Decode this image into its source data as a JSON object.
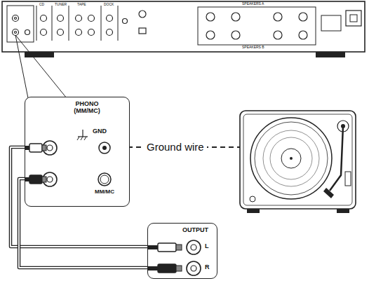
{
  "diagram": {
    "nodes": [
      {
        "text": [
          "PHONO (MM/MC)",
          "GND",
          "MM/MC"
        ]
      },
      {
        "text": [
          "OUTPUT",
          "L",
          "R"
        ]
      }
    ],
    "edges": [
      {
        "from": 0,
        "to": 1,
        "arrow": "none"
      }
    ],
    "labels": [
      "Ground wire",
      "CD",
      "TUNER",
      "TAPE",
      "DOCK",
      "SPEAKERS A",
      "SPEAKERS B"
    ]
  }
}
